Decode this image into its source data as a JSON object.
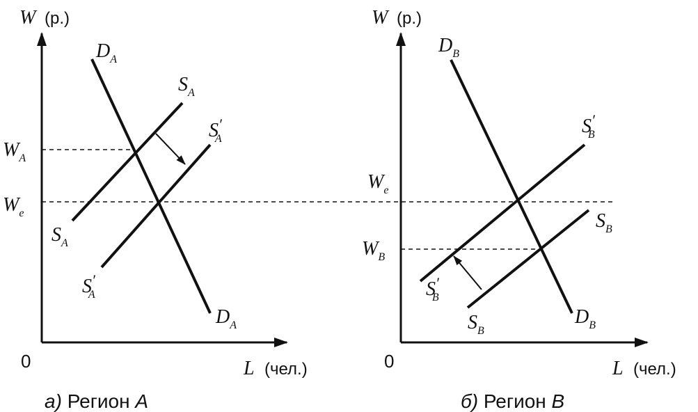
{
  "left": {
    "y_axis": {
      "var": "W",
      "unit": "(р.)"
    },
    "x_axis": {
      "var": "L",
      "unit": "(чел.)"
    },
    "origin": "0",
    "caption": {
      "prefix": "а) ",
      "word": "Регион ",
      "region": "A"
    },
    "level_labels": {
      "wa": {
        "main": "W",
        "sub": "A"
      },
      "we": {
        "main": "W",
        "sub": "e"
      }
    },
    "curve_labels": {
      "d_top": {
        "main": "D",
        "sub": "A"
      },
      "d_bottom": {
        "main": "D",
        "sub": "A"
      },
      "s_top": {
        "main": "S",
        "sub": "A"
      },
      "s_bottom": {
        "main": "S",
        "sub": "A"
      },
      "sp_top": {
        "main": "S",
        "prime": "′",
        "sub": "A"
      },
      "sp_bottom": {
        "main": "S",
        "prime": "′",
        "sub": "A"
      }
    }
  },
  "right": {
    "y_axis": {
      "var": "W",
      "unit": "(р.)"
    },
    "x_axis": {
      "var": "L",
      "unit": "(чел.)"
    },
    "origin": "0",
    "caption": {
      "prefix": "б) ",
      "word": "Регион ",
      "region": "B"
    },
    "level_labels": {
      "we": {
        "main": "W",
        "sub": "e"
      },
      "wb": {
        "main": "W",
        "sub": "B"
      }
    },
    "curve_labels": {
      "d_top": {
        "main": "D",
        "sub": "B"
      },
      "d_bottom": {
        "main": "D",
        "sub": "B"
      },
      "sp_top": {
        "main": "S",
        "prime": "′",
        "sub": "B"
      },
      "sp_bottom": {
        "main": "S",
        "prime": "′",
        "sub": "B"
      },
      "s_top": {
        "main": "S",
        "sub": "B"
      },
      "s_bottom": {
        "main": "S",
        "sub": "B"
      }
    }
  }
}
